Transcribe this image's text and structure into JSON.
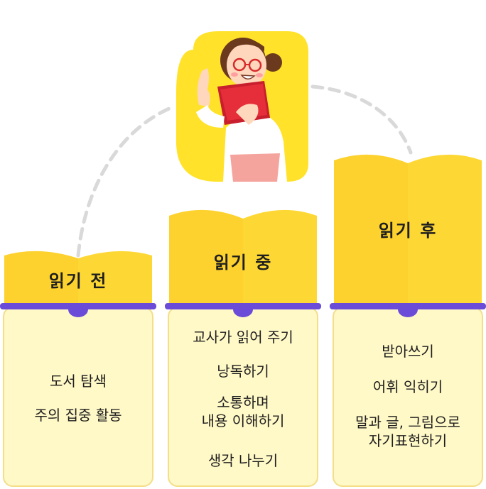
{
  "stages": [
    {
      "title": "읽기 전",
      "items": [
        "도서 탐색",
        "주의 집중 활동"
      ]
    },
    {
      "title": "읽기 중",
      "items": [
        "교사가 읽어 주기",
        "낭독하기",
        "소통하며\n내용 이해하기",
        "생각 나누기"
      ]
    },
    {
      "title": "읽기 후",
      "items": [
        "받아쓰기",
        "어휘 익히기",
        "말과 글, 그림으로\n자기표현하기"
      ]
    }
  ],
  "colors": {
    "book": "#fdd835",
    "book_shade": "#f6c21c",
    "card_bg": "#fff8c7",
    "card_border": "#f4de88",
    "rail": "#6a4cd8",
    "dash": "#d9d9d9",
    "badge": "#ffe229"
  },
  "icons": {
    "teacher": "teacher-with-book-icon"
  }
}
